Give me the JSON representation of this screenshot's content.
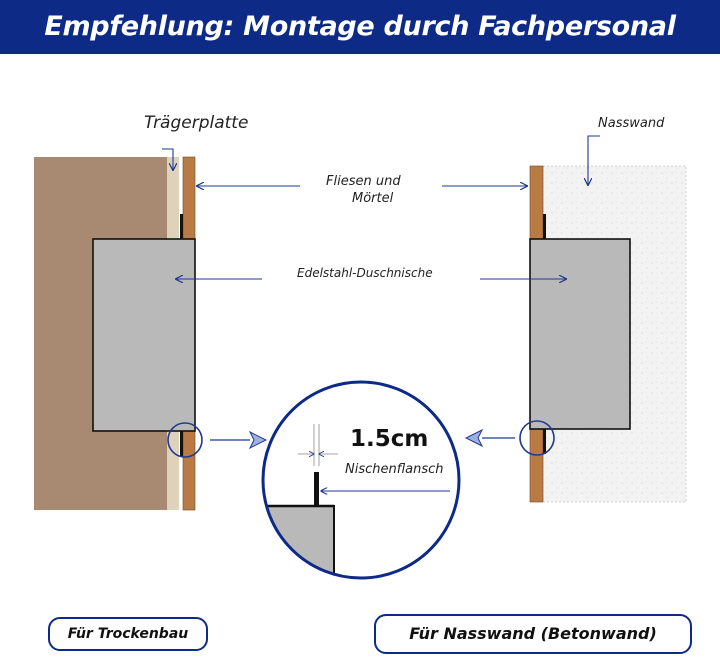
{
  "header": {
    "title": "Empfehlung: Montage durch Fachpersonal"
  },
  "labels": {
    "carrier_plate": "Trägerplatte",
    "wet_wall": "Nasswand",
    "tiles_mortar_line1": "Fliesen und",
    "tiles_mortar_line2": "Mörtel",
    "niche": "Edelstahl-Duschnische",
    "dimension": "1.5cm",
    "flange": "Nischenflansch"
  },
  "footer": {
    "drywall": "Für Trockenbau",
    "wet_wall": "Für Nasswand (Betonwand)"
  },
  "colors": {
    "header_bg": "#0d2a87",
    "drywall": "#a88a72",
    "carrier_plate": "#ddd3bd",
    "tile": "#b97a44",
    "niche": "#b9b9b9",
    "concrete": "#f1f1f1",
    "accent": "#1f3a8f"
  }
}
